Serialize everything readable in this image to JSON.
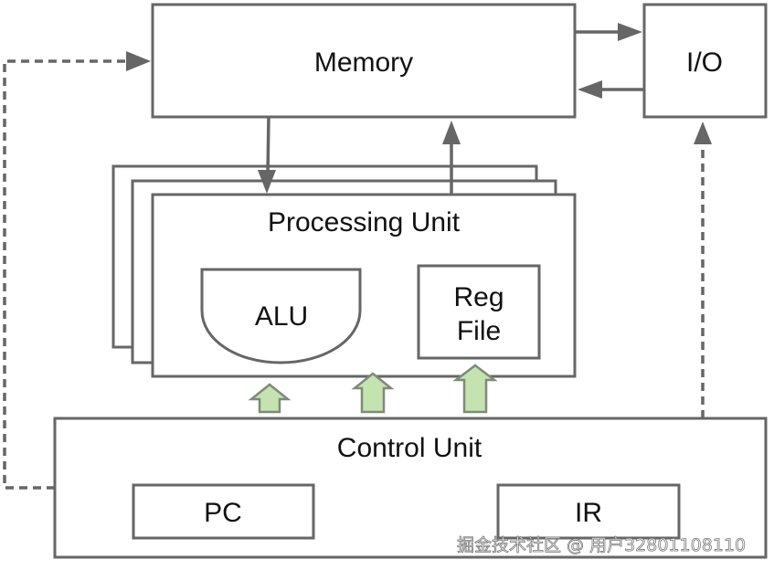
{
  "diagram": {
    "title": "Computer architecture block diagram",
    "blocks": {
      "memory": "Memory",
      "io": "I/O",
      "processing_unit": "Processing Unit",
      "alu": "ALU",
      "reg_file_line1": "Reg",
      "reg_file_line2": "File",
      "control_unit": "Control Unit",
      "pc": "PC",
      "ir": "IR"
    },
    "connections": [
      {
        "from": "Memory",
        "to": "I/O",
        "style": "solid"
      },
      {
        "from": "I/O",
        "to": "Memory",
        "style": "solid"
      },
      {
        "from": "Memory",
        "to": "Processing Unit",
        "style": "solid"
      },
      {
        "from": "Processing Unit",
        "to": "Memory",
        "style": "solid"
      },
      {
        "from": "Control Unit",
        "to": "Memory",
        "style": "dashed"
      },
      {
        "from": "Control Unit",
        "to": "I/O",
        "style": "dashed"
      },
      {
        "from": "Control Unit",
        "to": "Processing Unit",
        "style": "green-block-arrow",
        "count": 3
      }
    ],
    "processing_unit_stack_count": 3,
    "colors": {
      "stroke": "#666666",
      "green_arrow_fill": "#c4e3b0",
      "text": "#111111"
    }
  },
  "watermark": "掘金技术社区 @ 用户3280110811​0"
}
